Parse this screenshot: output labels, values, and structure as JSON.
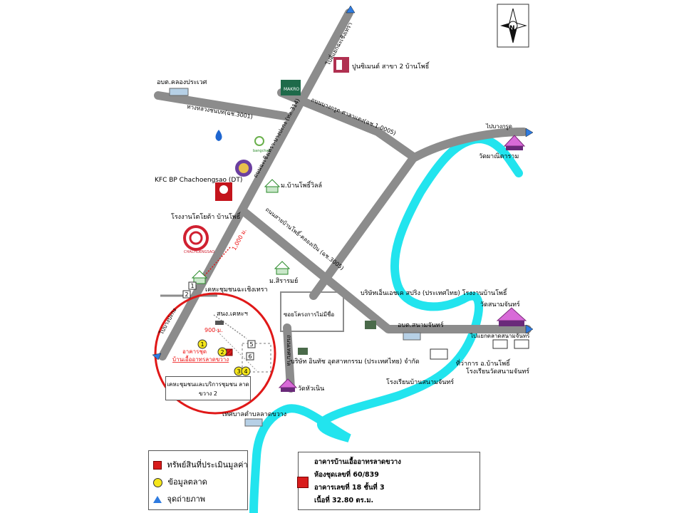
{
  "map": {
    "compass_label": "N",
    "roads": {
      "main_highway": "ถนนฉะเชิงเทรา-บางปะกง (ทล.314)",
      "to_bang_pakong_top": "ไปสี่แยกฉะเชิงเทรา",
      "to_bang_pakong_bottom": "ไปบางปะกง",
      "highway_3001": "ทางหลวงชนบท(ฉช.3001)",
      "road_1005": "ถนนบางกรูด-ศาลาแดง(ฉช.1-0005)",
      "road_3005": "ถนนสายบ้านโพธิ์-คลองเปิน (ฉช.3005)",
      "to_bang_krut": "ไปบางกรูด",
      "to_intersection_sanam_chan": "ไปแยกตลาดสนามจันทร์",
      "road_tesaban": "ถนนเทศบาล",
      "soi_project": "ซอยโครงการไม่มีชื่อ"
    },
    "landmarks": {
      "pttep": "ปูนซิเมนต์ สาขา 2 บ้านโพธิ์",
      "obt_khlong_prawet": "อบต.คลองประเวศ",
      "kfc": "KFC BP Chachoengsao (DT)",
      "toyota": "โรงงานโตโยต้า บ้านโพธิ์",
      "mu_ban_pho_villa": "ม.บ้านโพธิ์วิลล์",
      "mu_siram": "ม.สิรารมย์",
      "chumchon_chachoengsao": "เคหะชุมชนฉะเชิงเทรา",
      "company_sp": "บริษัทเอ็นเอชเค สปริง (ประเทศไทย) โรงงานบ้านโพธิ์",
      "obt_sanam_chan": "อบต.สนามจันทร์",
      "wat_sanam_chan": "วัดสนามจันทร์",
      "wat_phanitaram": "วัดผาณิตาราม",
      "district_office": "ที่ว่าการ อ.บ้านโพธิ์",
      "school_ban_sanam_chan": "โรงเรียนบ้านสนามจันทร์",
      "school_wat_sanam_chan": "โรงเรียนวัดสนามจันทร์",
      "wat_hua_noen": "วัดหัวเนิน",
      "company_industry": "บริษัท อินทัช อุตสาหกรรม (ประเทศไทย) จำกัด",
      "municipality": "เทศบาลตำบลลาดขวาง",
      "sno_kheha": "สนง.เคหะฯ",
      "distance_label": "1,000 ม.",
      "distance_900": "900 ม.",
      "building_label_1": "อาคารชุด",
      "building_label_2": "บ้านเอื้ออาทรลาดขวาง",
      "community_box": "เคหะชุมชนและบริการชุมชน ลาดขวาง 2",
      "point_1": "1",
      "point_2": "2",
      "point_3": "3",
      "point_4": "4",
      "point_5": "5",
      "point_6": "6",
      "photo_1": "1",
      "photo_2": "2"
    }
  },
  "legend": {
    "property": "ทรัพย์สินที่ประเมินมูลค่า",
    "market_data": "ข้อมูลตลาด",
    "photo_point": "จุดถ่ายภาพ"
  },
  "info_box": {
    "line1": "อาคารบ้านเอื้ออาทรลาดขวาง",
    "line2": "ห้องชุดเลขที่ 60/839",
    "line3": "อาคารเลขที่ 18 ชั้นที่ 3",
    "line4": "เนื้อที่ 32.80 ตร.ม."
  },
  "colors": {
    "road": "#8c8c8c",
    "river": "#22e4ee",
    "circle": "#e01818",
    "market_marker": "#f5e61a",
    "property_marker": "#d81c1c",
    "arrow": "#2e7be0"
  }
}
